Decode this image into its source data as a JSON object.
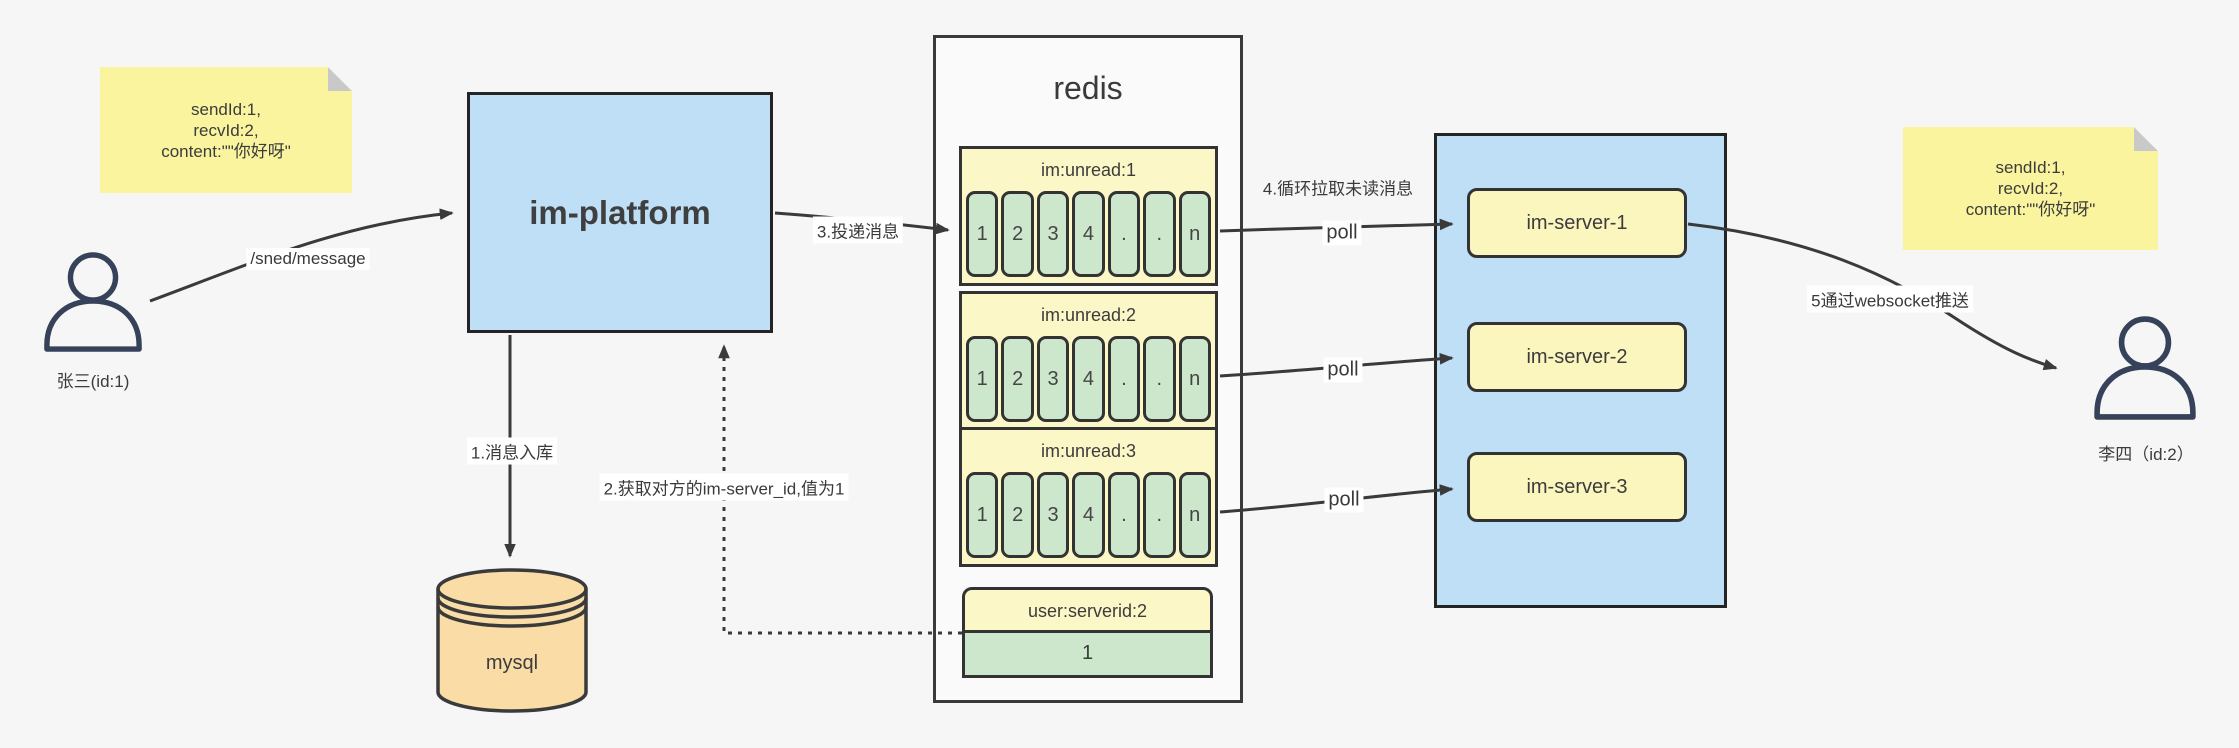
{
  "notes": {
    "left": {
      "lines": [
        "sendId:1,",
        "recvId:2,",
        "content:\"\"你好呀\""
      ]
    },
    "right": {
      "lines": [
        "sendId:1,",
        "recvId:2,",
        "content:\"\"你好呀\""
      ]
    }
  },
  "actors": {
    "sender": {
      "label": "张三(id:1)"
    },
    "receiver": {
      "label": "李四（id:2）"
    }
  },
  "platform": {
    "label": "im-platform"
  },
  "database": {
    "label": "mysql"
  },
  "redis": {
    "title": "redis",
    "queues": [
      {
        "title": "im:unread:1",
        "cells": [
          "1",
          "2",
          "3",
          "4",
          ".",
          ".",
          "n"
        ]
      },
      {
        "title": "im:unread:2",
        "cells": [
          "1",
          "2",
          "3",
          "4",
          ".",
          ".",
          "n"
        ]
      },
      {
        "title": "im:unread:3",
        "cells": [
          "1",
          "2",
          "3",
          "4",
          ".",
          ".",
          "n"
        ]
      }
    ],
    "mapping": {
      "title": "user:serverid:2",
      "value": "1"
    }
  },
  "server_cluster": {
    "servers": [
      {
        "label": "im-server-1"
      },
      {
        "label": "im-server-2"
      },
      {
        "label": "im-server-3"
      }
    ]
  },
  "edges": {
    "send_label": "/sned/message",
    "step1_label": "1.消息入库",
    "step2_label": "2.获取对方的im-server_id,值为1",
    "step3_label": "3.投递消息",
    "step4_label": "4.循环拉取未读消息",
    "step5_label": "5通过websocket推送",
    "poll_labels": [
      "poll",
      "poll",
      "poll"
    ]
  },
  "colors": {
    "note_yellow": "#FAF49F",
    "box_blue": "#BEDFF6",
    "panel_yellow": "#FCF7C6",
    "server_yellow": "#FBF5BE",
    "cell_green": "#CDE7CC",
    "db_orange": "#F9DCA6",
    "line_dark": "#3A3A3A"
  }
}
